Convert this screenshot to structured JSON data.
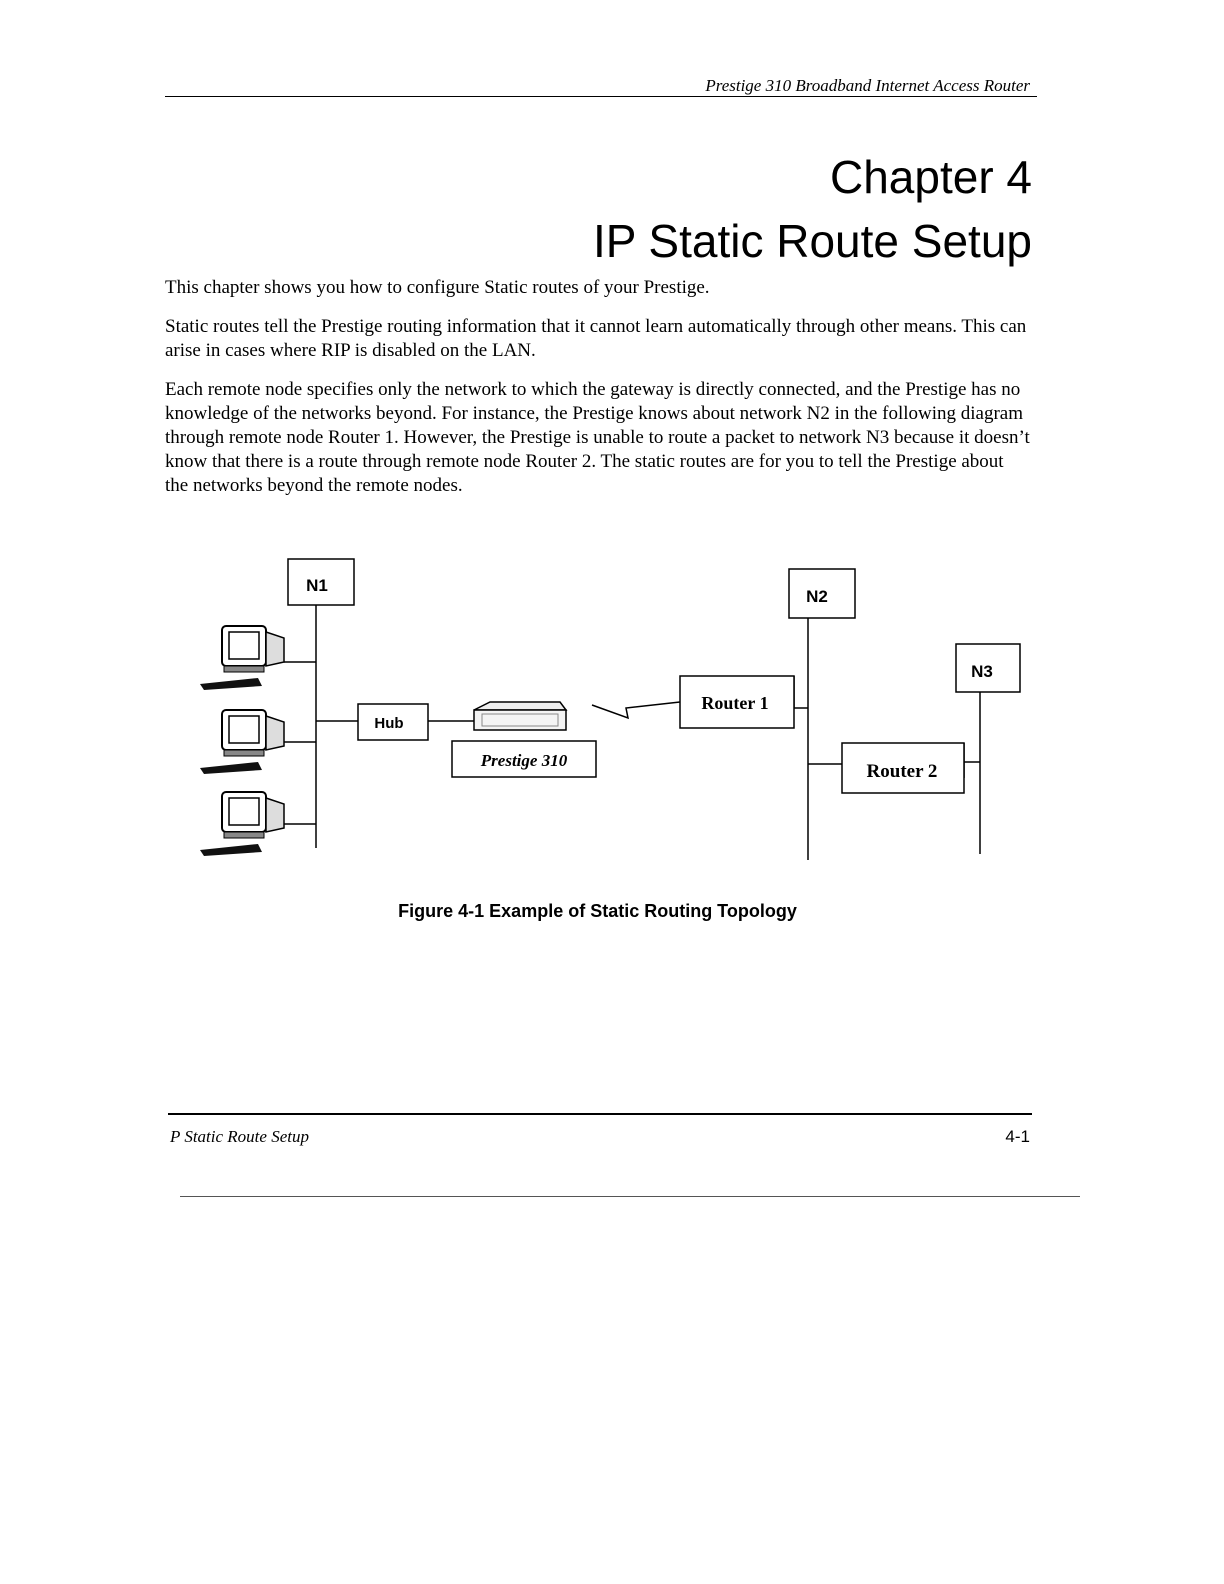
{
  "header": {
    "running_title": "Prestige 310 Broadband Internet Access Router"
  },
  "chapter": {
    "number_label": "Chapter 4",
    "title": "IP Static Route Setup"
  },
  "body": {
    "paragraphs": [
      "This chapter shows you how to configure Static routes of your Prestige.",
      "Static routes tell the Prestige routing information that it cannot learn automatically through other means. This can arise in cases where RIP is disabled on the LAN.",
      "Each remote node specifies only the network to which the gateway is directly connected, and the Prestige has no knowledge of the networks beyond. For instance, the Prestige knows about network N2 in the following diagram through remote node Router 1. However, the Prestige is unable to route a packet to network N3 because it doesn’t know that there is a route through remote node Router 2. The static routes are for you to tell the Prestige about the networks beyond the remote nodes."
    ]
  },
  "diagram": {
    "nodes": {
      "n1": "N1",
      "n2": "N2",
      "n3": "N3",
      "hub": "Hub",
      "prestige": "Prestige 310",
      "router1": "Router 1",
      "router2": "Router 2"
    },
    "icons": [
      "computer-icon",
      "computer-icon",
      "computer-icon",
      "prestige-device-icon",
      "wan-link-icon"
    ]
  },
  "caption": "Figure 4-1 Example of Static Routing Topology",
  "footer": {
    "section": "P Static Route Setup",
    "page": "4-1"
  }
}
